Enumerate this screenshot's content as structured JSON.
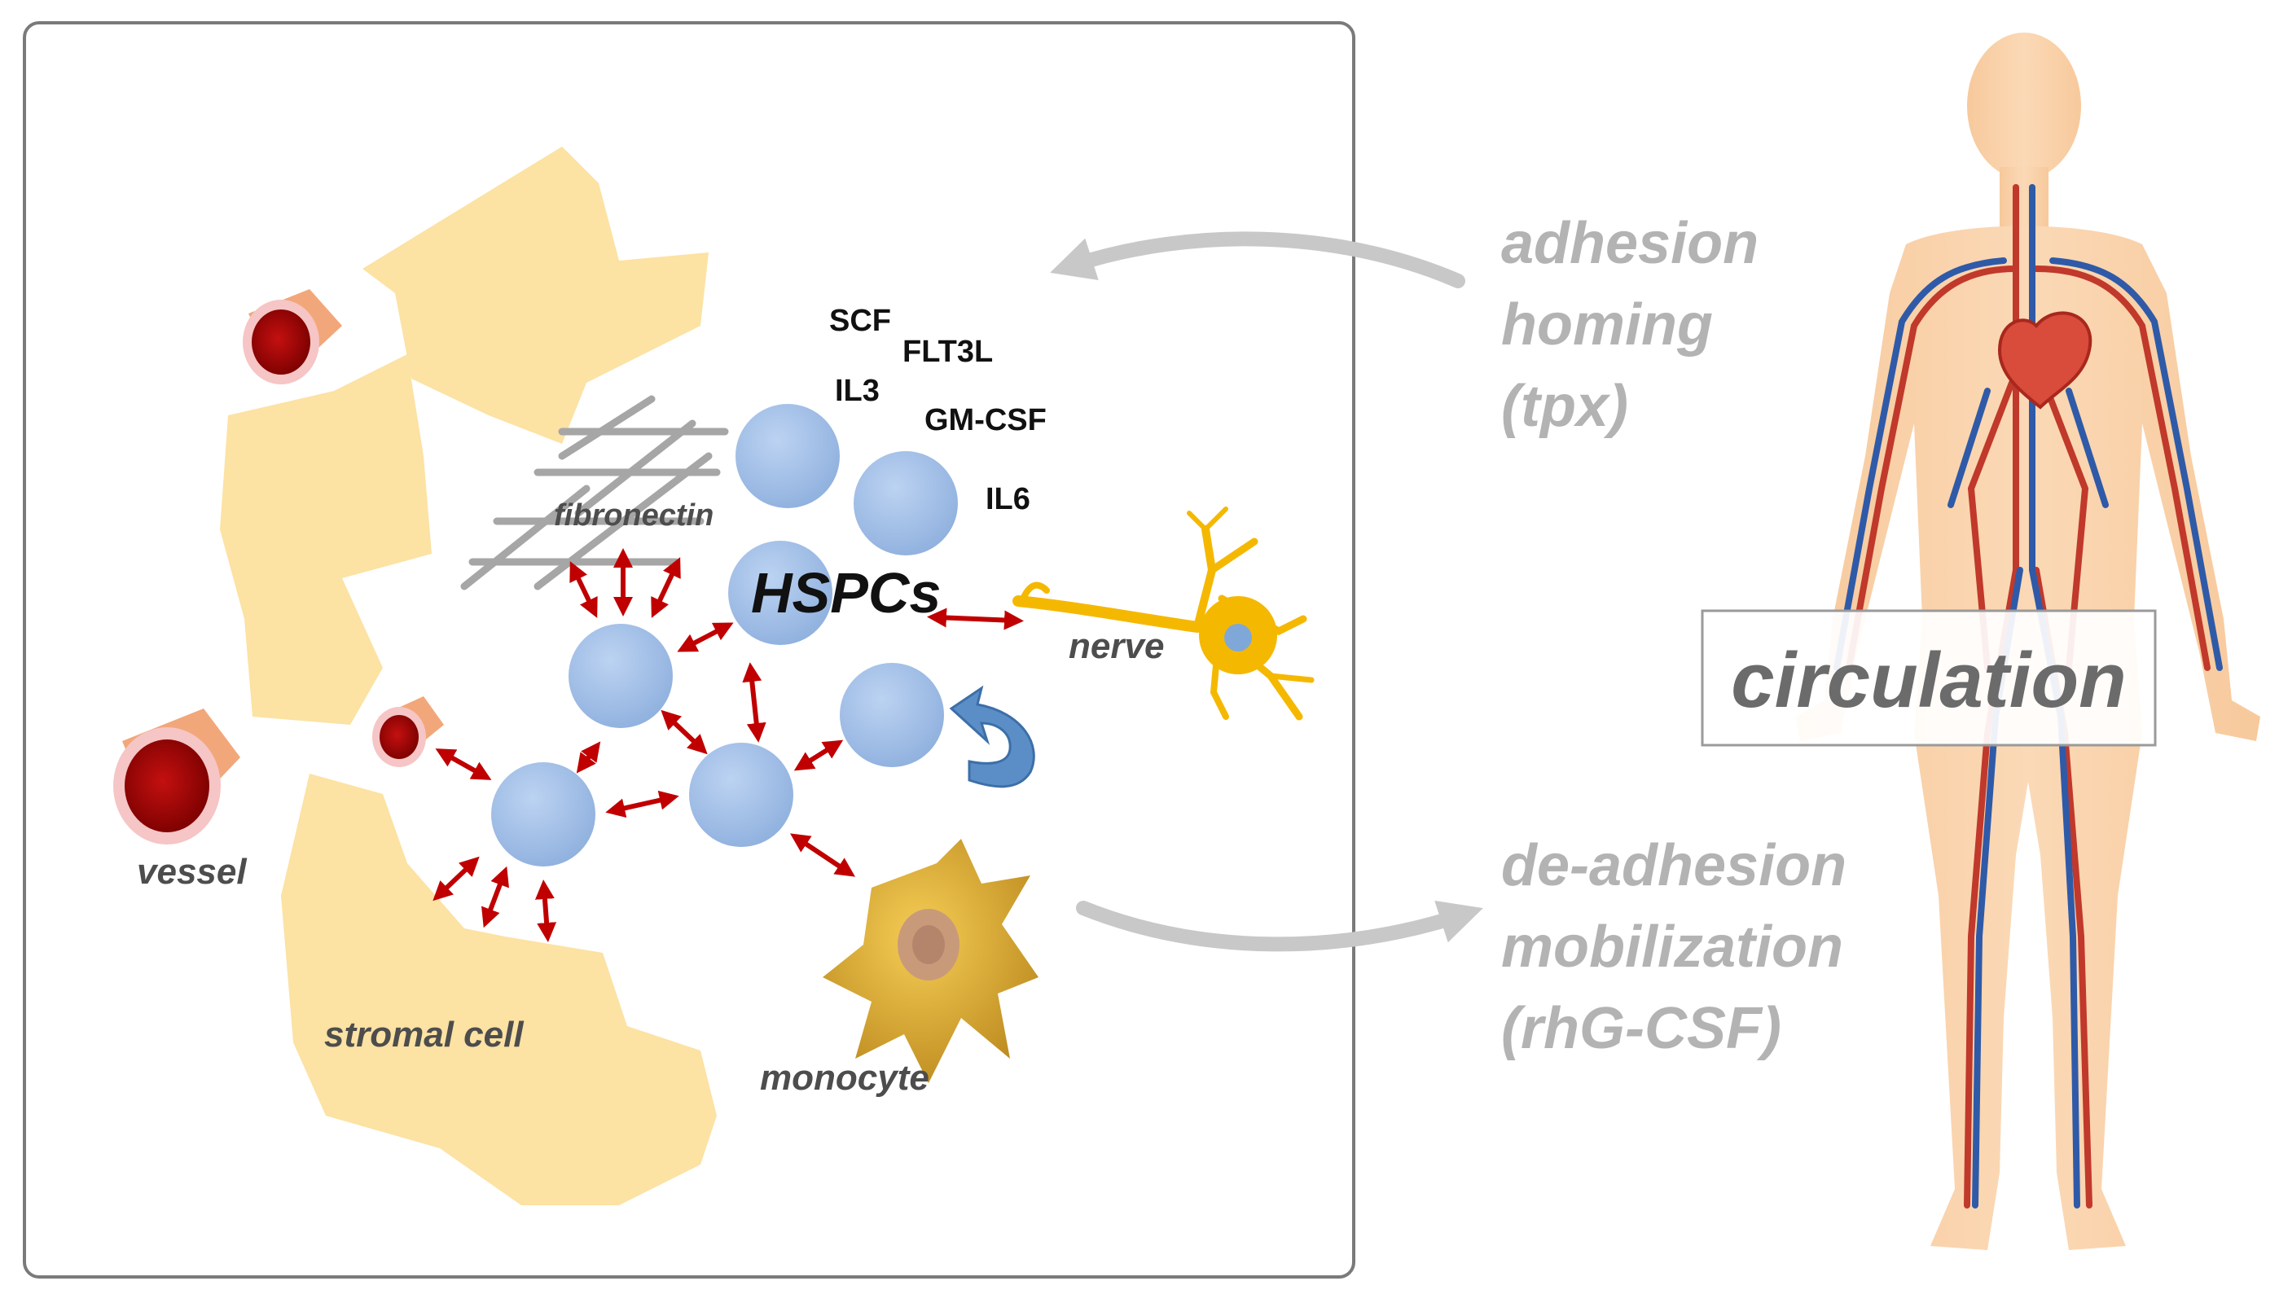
{
  "labels": {
    "factors": [
      "SCF",
      "FLT3L",
      "IL3",
      "GM-CSF",
      "IL6"
    ],
    "fibronectin": "fibronectin",
    "hspcs": "HSPCs",
    "nerve": "nerve",
    "vessel": "vessel",
    "stromal_cell": "stromal cell",
    "monocyte": "monocyte",
    "circulation": "circulation"
  },
  "processes": {
    "inbound": [
      "adhesion",
      "homing",
      "(tpx)"
    ],
    "outbound": [
      "de-adhesion",
      "mobilization",
      "(rhG-CSF)"
    ]
  },
  "colors": {
    "stromal": "#fce2a3",
    "hspc_cell": "#a7c3e8",
    "arrow": "#c00000",
    "nerve": "#f5b800",
    "monocyte": "#d7a42a",
    "vessel": "#a80000",
    "grey_text": "#b3b3b3",
    "flow_arrow": "#c8c8c8"
  },
  "icons": [
    "vessel-icon",
    "neuron-icon",
    "monocyte-icon",
    "self-renewal-arrow-icon",
    "human-body-icon"
  ]
}
